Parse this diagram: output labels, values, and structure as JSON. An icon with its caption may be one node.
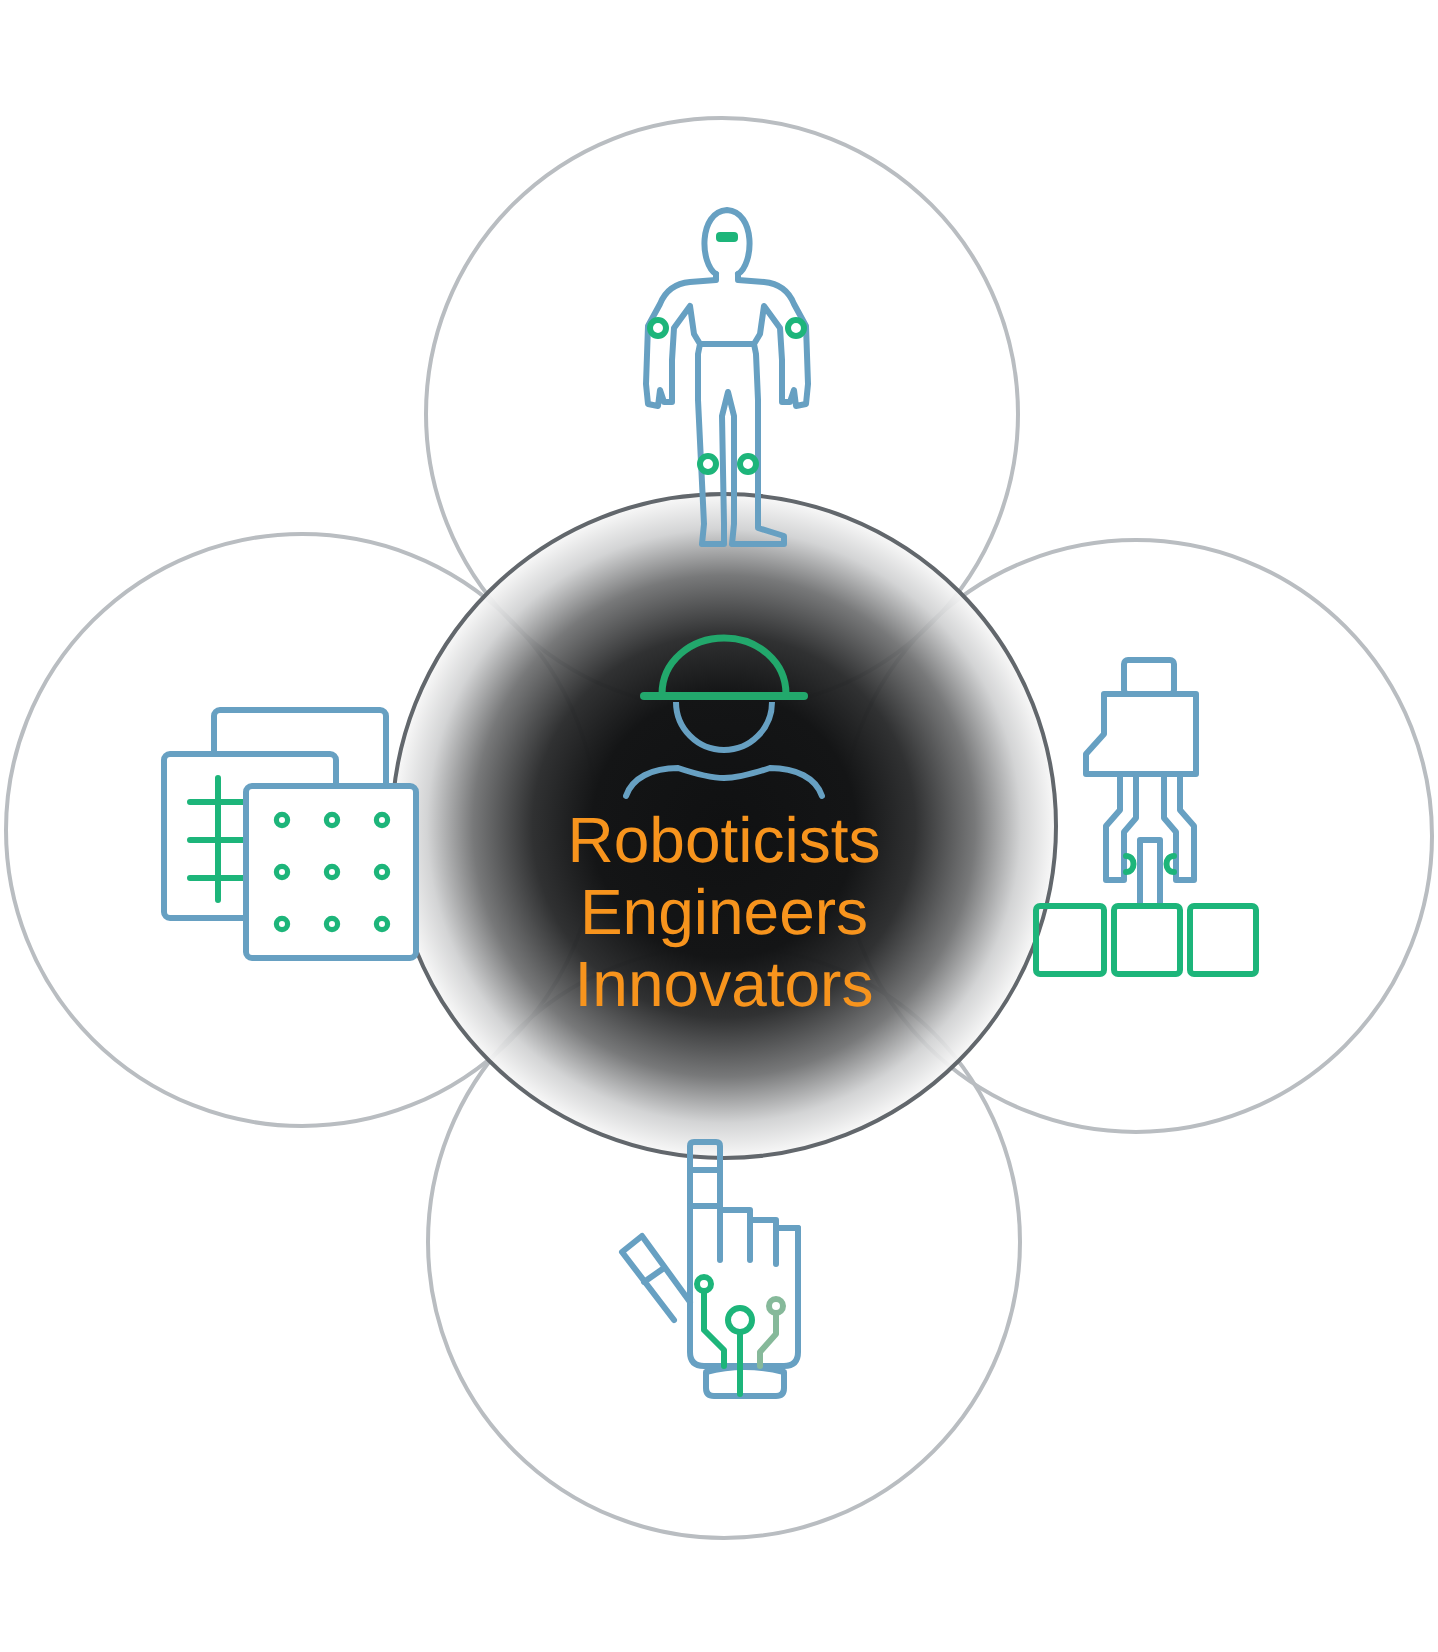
{
  "diagram": {
    "nodes": [
      {
        "text": [],
        "shape": "circle"
      },
      {
        "text": [],
        "shape": "circle"
      },
      {
        "text": [
          "Roboticists Engineers Innovators"
        ]
      },
      {
        "text": [],
        "shape": "circle"
      },
      {
        "text": [],
        "shape": "circle"
      }
    ]
  }
}
